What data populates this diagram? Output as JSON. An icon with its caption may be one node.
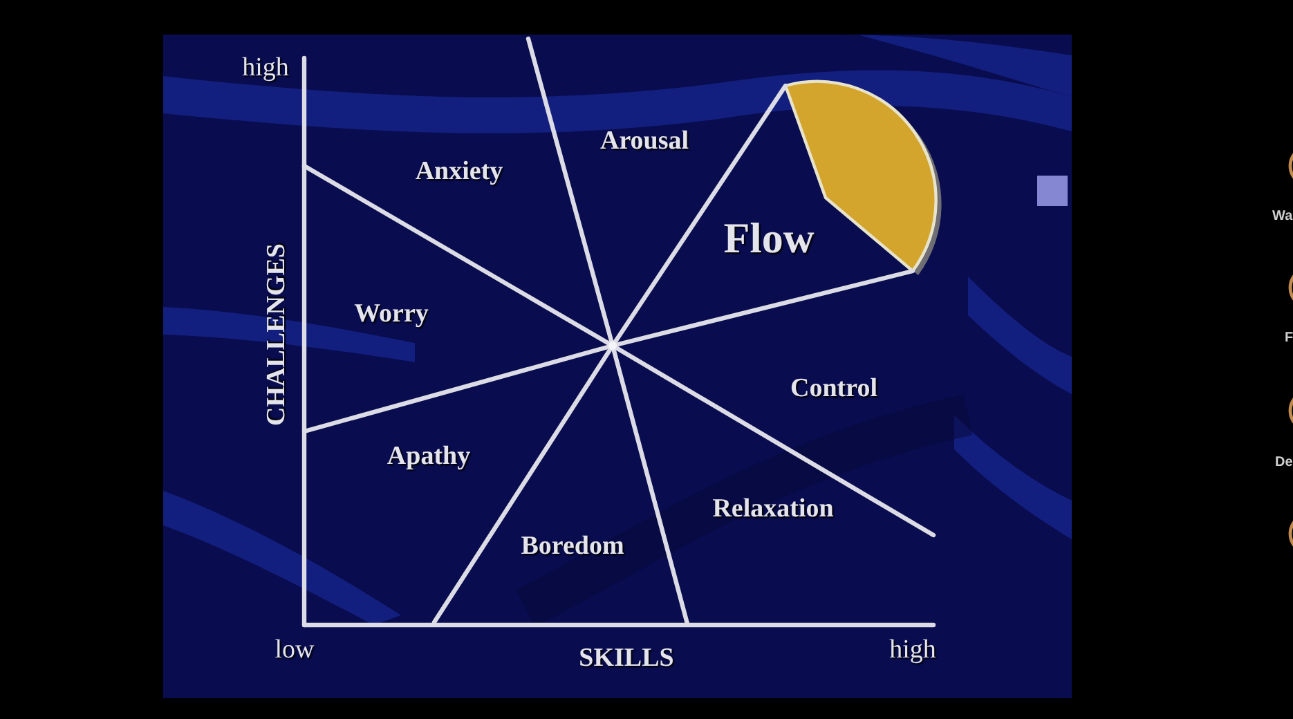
{
  "diagram": {
    "labels": [
      "high",
      "Anxiety",
      "Arousal",
      "Flow",
      "Worry",
      "CHALLENGES",
      "Control",
      "Apathy",
      "Relaxation",
      "Boredom",
      "low",
      "SKILLS",
      "high",
      "Wa",
      "F",
      "De"
    ]
  }
}
